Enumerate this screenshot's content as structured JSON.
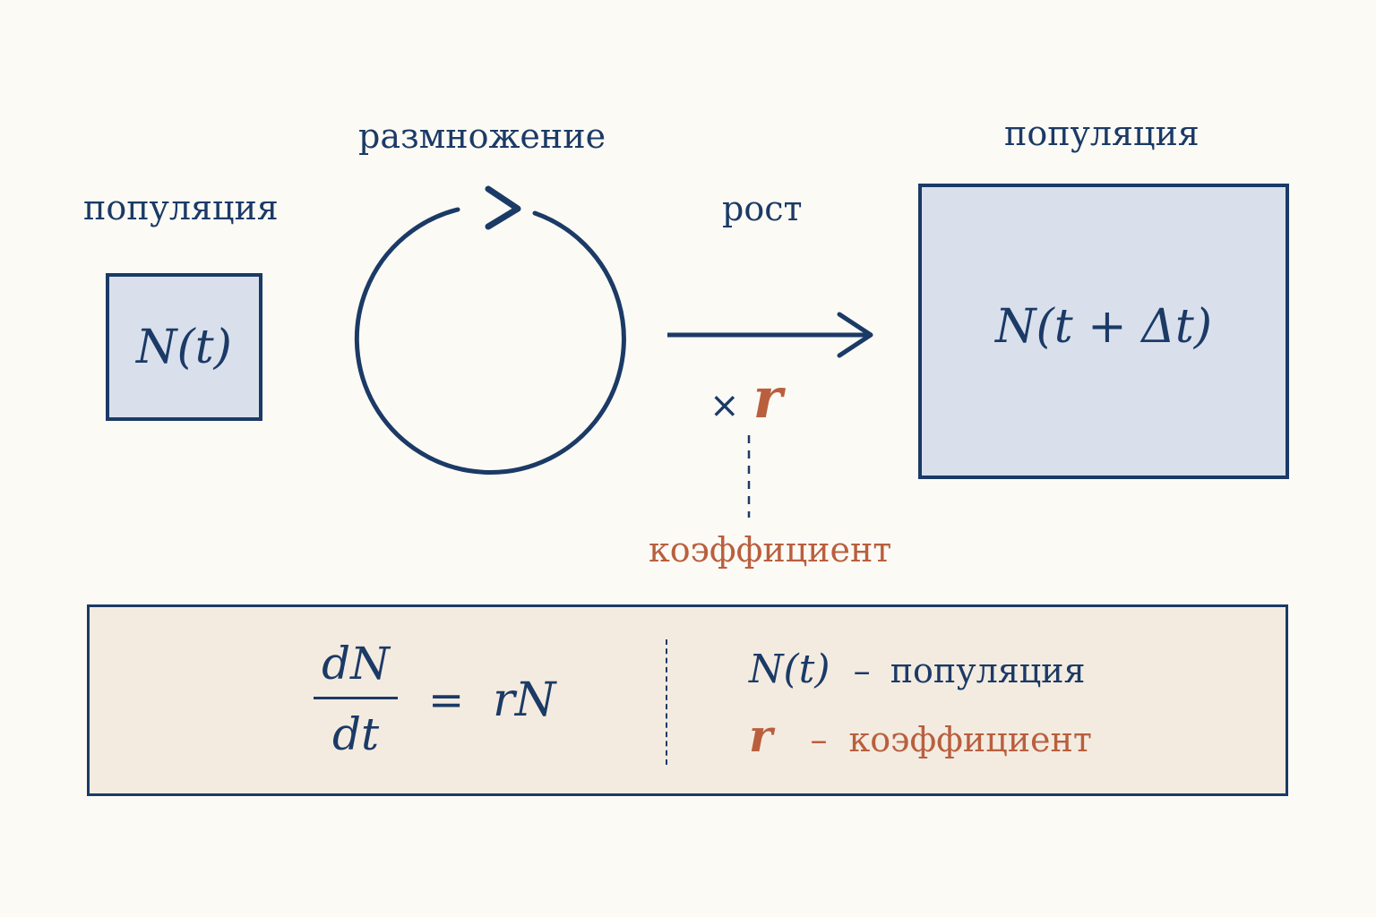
{
  "labels": {
    "population_left": "популяция",
    "reproduction": "размножение",
    "growth": "рост",
    "population_right": "популяция",
    "coefficient": "коэффициент"
  },
  "math": {
    "n_t": "N(t)",
    "n_t_dt": "N(t + Δt)",
    "times": "×",
    "r": "r"
  },
  "formula": {
    "numerator": "dN",
    "denominator": "dt",
    "equals": "=",
    "rhs": "rN"
  },
  "legend": [
    {
      "symbol": "N(t)",
      "dash": "–",
      "text": "популяция"
    },
    {
      "symbol": "r",
      "dash": "–",
      "text": "коэффициент"
    }
  ],
  "colors": {
    "primary": "#1b3a66",
    "accent": "#b95f3e",
    "box_fill": "#d9e0ec",
    "formula_fill": "#f3ebe0",
    "background": "#fcfaf5"
  },
  "icons": {
    "cycle": "circular-arrow-icon",
    "growth": "right-arrow-icon"
  }
}
